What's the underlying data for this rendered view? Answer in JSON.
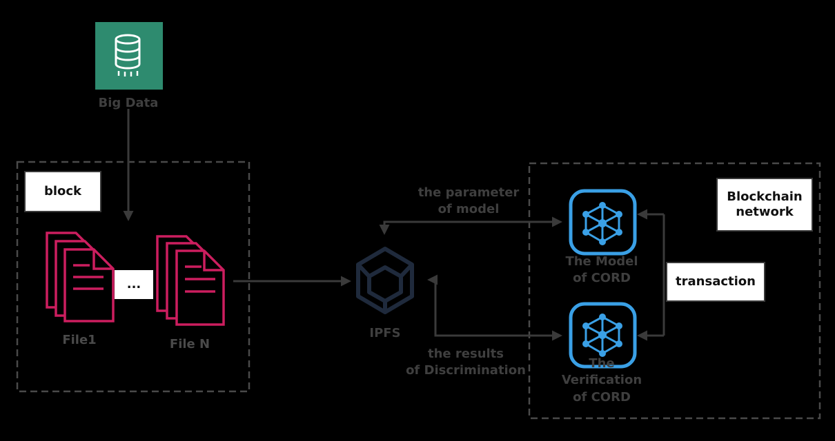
{
  "nodes": {
    "big_data": {
      "label": "Big Data",
      "icon": "database-icon",
      "color": "#2e8b6f"
    },
    "file1": {
      "label": "File1",
      "icon": "document-stack-icon",
      "color": "#cc1e5f"
    },
    "fileN": {
      "label": "File N",
      "icon": "document-stack-icon",
      "color": "#cc1e5f"
    },
    "ellipsis": {
      "label": "..."
    },
    "ipfs": {
      "label": "IPFS",
      "icon": "cube-icon",
      "color": "#1f2a3c"
    },
    "model_cord": {
      "label": "The Model\nof CORD",
      "icon": "network-hexagon-icon",
      "color": "#3aa0e6"
    },
    "verification_cord": {
      "label": "The\nVerification\nof CORD",
      "icon": "network-hexagon-icon",
      "color": "#3aa0e6"
    }
  },
  "groups": {
    "block": {
      "label": "block"
    },
    "blockchain": {
      "label": "Blockchain\nnetwork"
    }
  },
  "edge_labels": {
    "parameter": "the parameter\nof model",
    "results": "the results\nof Discrimination",
    "transaction": "transaction"
  },
  "colors": {
    "background": "#000000",
    "line": "#3a3a3a",
    "dashed_border": "#4a4a4a"
  }
}
